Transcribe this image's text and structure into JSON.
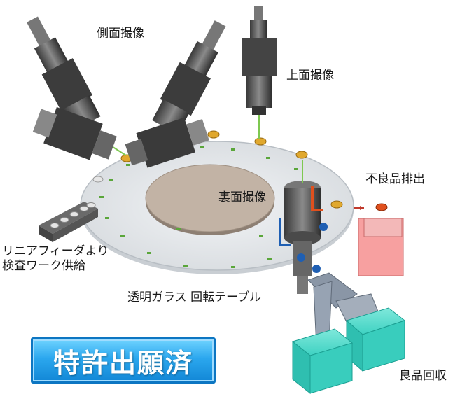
{
  "labels": {
    "side_imaging": "側面撮像",
    "top_imaging": "上面撮像",
    "reject_discharge": "不良品排出",
    "back_imaging": "裏面撮像",
    "feeder_line1": "リニアフィーダより",
    "feeder_line2": "検査ワーク供給",
    "glass_table": "透明ガラス 回転テーブル",
    "good_collection": "良品回収"
  },
  "patent_badge": "特許出願済",
  "colors": {
    "patent_blue": "#2ba7ee",
    "camera_gray": "#555555",
    "reject_bin": "#f7a0a0",
    "good_bin": "#3fd2c2",
    "workpiece_gold": "#e0a82e",
    "blue_part": "#1f5fb3",
    "orange_part": "#e0501e"
  },
  "icons": [
    "side-camera-left-icon",
    "side-camera-right-icon",
    "top-camera-icon",
    "back-camera-icon",
    "linear-feeder-icon",
    "reject-bin-icon",
    "good-bin-icon",
    "chute-icon"
  ]
}
